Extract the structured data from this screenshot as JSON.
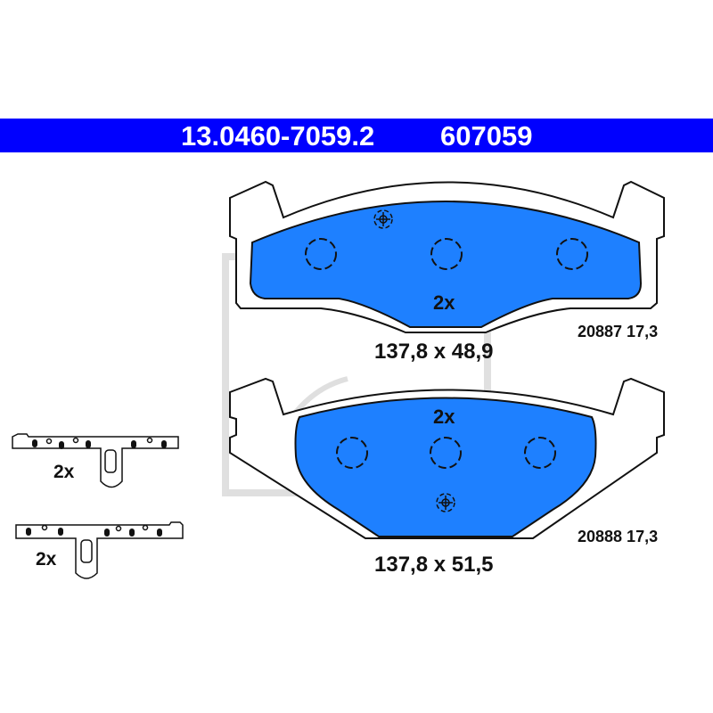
{
  "header": {
    "part_number": "13.0460-7059.2",
    "short_number": "607059"
  },
  "colors": {
    "header_bg": "#0000ff",
    "friction_fill": "#1e80ff",
    "watermark": "#d8d8d8"
  },
  "pads": [
    {
      "quantity": "2x",
      "dimensions": "137,8 x 48,9",
      "code": "20887 17,3"
    },
    {
      "quantity": "2x",
      "dimensions": "137,8 x 51,5",
      "code": "20888 17,3"
    }
  ],
  "clips": [
    {
      "quantity": "2x"
    },
    {
      "quantity": "2x"
    }
  ],
  "watermark_logo": "ate"
}
